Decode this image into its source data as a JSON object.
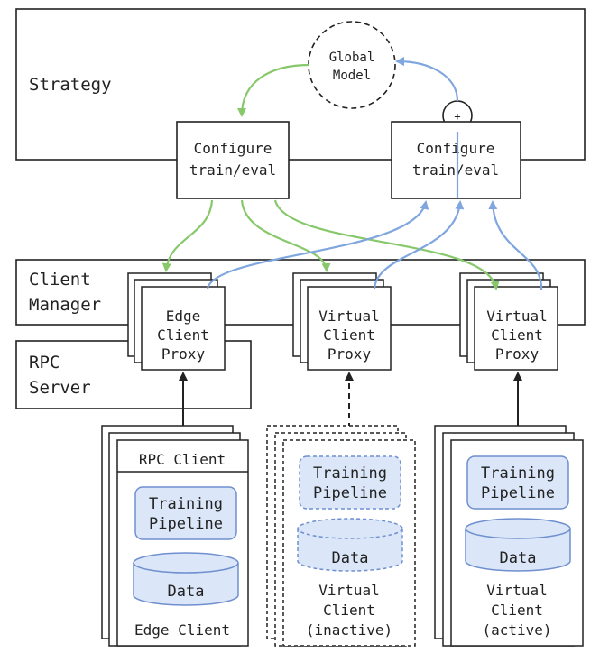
{
  "strategy": {
    "label": "Strategy",
    "global_model": [
      "Global",
      "Model"
    ],
    "aggregate_symbol": "+",
    "configure_left": [
      "Configure",
      "train/eval"
    ],
    "configure_right": [
      "Configure",
      "train/eval"
    ]
  },
  "client_manager": {
    "label": [
      "Client",
      "Manager"
    ]
  },
  "rpc_server": {
    "label": [
      "RPC",
      "Server"
    ]
  },
  "proxies": {
    "edge": [
      "Edge",
      "Client",
      "Proxy"
    ],
    "virtual_mid": [
      "Virtual",
      "Client",
      "Proxy"
    ],
    "virtual_right": [
      "Virtual",
      "Client",
      "Proxy"
    ]
  },
  "clients": {
    "edge": {
      "header": "RPC Client",
      "pipeline": [
        "Training",
        "Pipeline"
      ],
      "data": "Data",
      "caption": [
        "Edge Client"
      ]
    },
    "inactive": {
      "pipeline": [
        "Training",
        "Pipeline"
      ],
      "data": "Data",
      "caption": [
        "Virtual",
        "Client",
        "(inactive)"
      ]
    },
    "active": {
      "pipeline": [
        "Training",
        "Pipeline"
      ],
      "data": "Data",
      "caption": [
        "Virtual",
        "Client",
        "(active)"
      ]
    }
  },
  "colors": {
    "green_arrow": "#86c86a",
    "blue_arrow": "#7fa6df",
    "component_fill": "#dbe7f8",
    "component_stroke": "#6f8fcf",
    "line": "#222222"
  }
}
